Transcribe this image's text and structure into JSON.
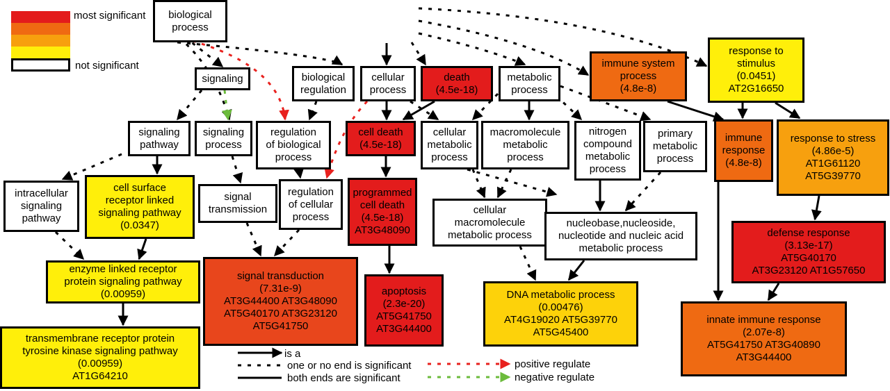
{
  "legend": {
    "colors": [
      "#e31c1c",
      "#ef6a12",
      "#f7a00e",
      "#ffef0a"
    ],
    "most_label": "most significant",
    "not_label": "not significant",
    "edges": [
      {
        "style": "arrow",
        "label": "is a"
      },
      {
        "style": "dashed",
        "label": "one or no end is significant"
      },
      {
        "style": "solid",
        "label": "both ends are significant"
      },
      {
        "style": "red-arrow",
        "label": "positive regulate",
        "color": "#e8211e"
      },
      {
        "style": "green-arrow",
        "label": "negative regulate",
        "color": "#6cbb3c"
      }
    ]
  },
  "nodes": {
    "biological_process": {
      "lines": [
        "biological",
        "process"
      ]
    },
    "signaling": {
      "lines": [
        "signaling"
      ]
    },
    "biological_regulation": {
      "lines": [
        "biological",
        "regulation"
      ]
    },
    "cellular_process": {
      "lines": [
        "cellular",
        "process"
      ]
    },
    "death": {
      "lines": [
        "death",
        "(4.5e-18)"
      ]
    },
    "metabolic_process": {
      "lines": [
        "metabolic",
        "process"
      ]
    },
    "immune_system_process": {
      "lines": [
        "immune system",
        "process",
        "(4.8e-8)"
      ]
    },
    "response_to_stimulus": {
      "lines": [
        "response to",
        "stimulus",
        "(0.0451)",
        "AT2G16650"
      ]
    },
    "signaling_pathway": {
      "lines": [
        "signaling",
        "pathway"
      ]
    },
    "signaling_process": {
      "lines": [
        "signaling",
        "process"
      ]
    },
    "regulation_of_biological_process": {
      "lines": [
        "regulation",
        "of biological",
        "process"
      ]
    },
    "cell_death": {
      "lines": [
        "cell death",
        "(4.5e-18)"
      ]
    },
    "cellular_metabolic_process": {
      "lines": [
        "cellular",
        "metabolic",
        "process"
      ]
    },
    "macromolecule_metabolic_process": {
      "lines": [
        "macromolecule",
        "metabolic",
        "process"
      ]
    },
    "nitrogen_compound_metabolic_process": {
      "lines": [
        "nitrogen",
        "compound",
        "metabolic",
        "process"
      ]
    },
    "primary_metabolic_process": {
      "lines": [
        "primary",
        "metabolic",
        "process"
      ]
    },
    "immune_response": {
      "lines": [
        "immune",
        "response",
        "(4.8e-8)"
      ]
    },
    "response_to_stress": {
      "lines": [
        "response to stress",
        "(4.86e-5)",
        "AT1G61120",
        "AT5G39770"
      ]
    },
    "intracellular_signaling_pathway": {
      "lines": [
        "intracellular",
        "signaling",
        "pathway"
      ]
    },
    "cell_surface_receptor": {
      "lines": [
        "cell surface",
        "receptor linked",
        "signaling pathway",
        "(0.0347)"
      ]
    },
    "signal_transmission": {
      "lines": [
        "signal",
        "transmission"
      ]
    },
    "regulation_of_cellular_process": {
      "lines": [
        "regulation",
        "of cellular",
        "process"
      ]
    },
    "programmed_cell_death": {
      "lines": [
        "programmed",
        "cell death",
        "(4.5e-18)",
        "AT3G48090"
      ]
    },
    "cellular_macromolecule_metabolic_process": {
      "lines": [
        "cellular",
        "macromolecule",
        "metabolic process"
      ]
    },
    "nucleobase_metabolic_process": {
      "lines": [
        "nucleobase,nucleoside,",
        "nucleotide and nucleic acid",
        "metabolic process"
      ]
    },
    "defense_response": {
      "lines": [
        "defense response",
        "(3.13e-17)",
        "AT5G40170",
        "AT3G23120 AT1G57650"
      ]
    },
    "enzyme_linked_receptor": {
      "lines": [
        "enzyme linked receptor",
        "protein signaling pathway",
        "(0.00959)"
      ]
    },
    "signal_transduction": {
      "lines": [
        "signal transduction",
        "(7.31e-9)",
        "AT3G44400  AT3G48090",
        "AT5G40170 AT3G23120",
        "AT5G41750"
      ]
    },
    "apoptosis": {
      "lines": [
        "apoptosis",
        "(2.3e-20)",
        "AT5G41750",
        "AT3G44400"
      ]
    },
    "dna_metabolic_process": {
      "lines": [
        "DNA metabolic process",
        "(0.00476)",
        "AT4G19020 AT5G39770",
        "AT5G45400"
      ]
    },
    "innate_immune_response": {
      "lines": [
        "innate immune response",
        "(2.07e-8)",
        "AT5G41750  AT3G40890",
        "AT3G44400"
      ]
    },
    "transmembrane_receptor": {
      "lines": [
        "transmembrane receptor protein",
        "tyrosine kinase signaling pathway",
        "(0.00959)",
        "AT1G64210"
      ]
    }
  }
}
